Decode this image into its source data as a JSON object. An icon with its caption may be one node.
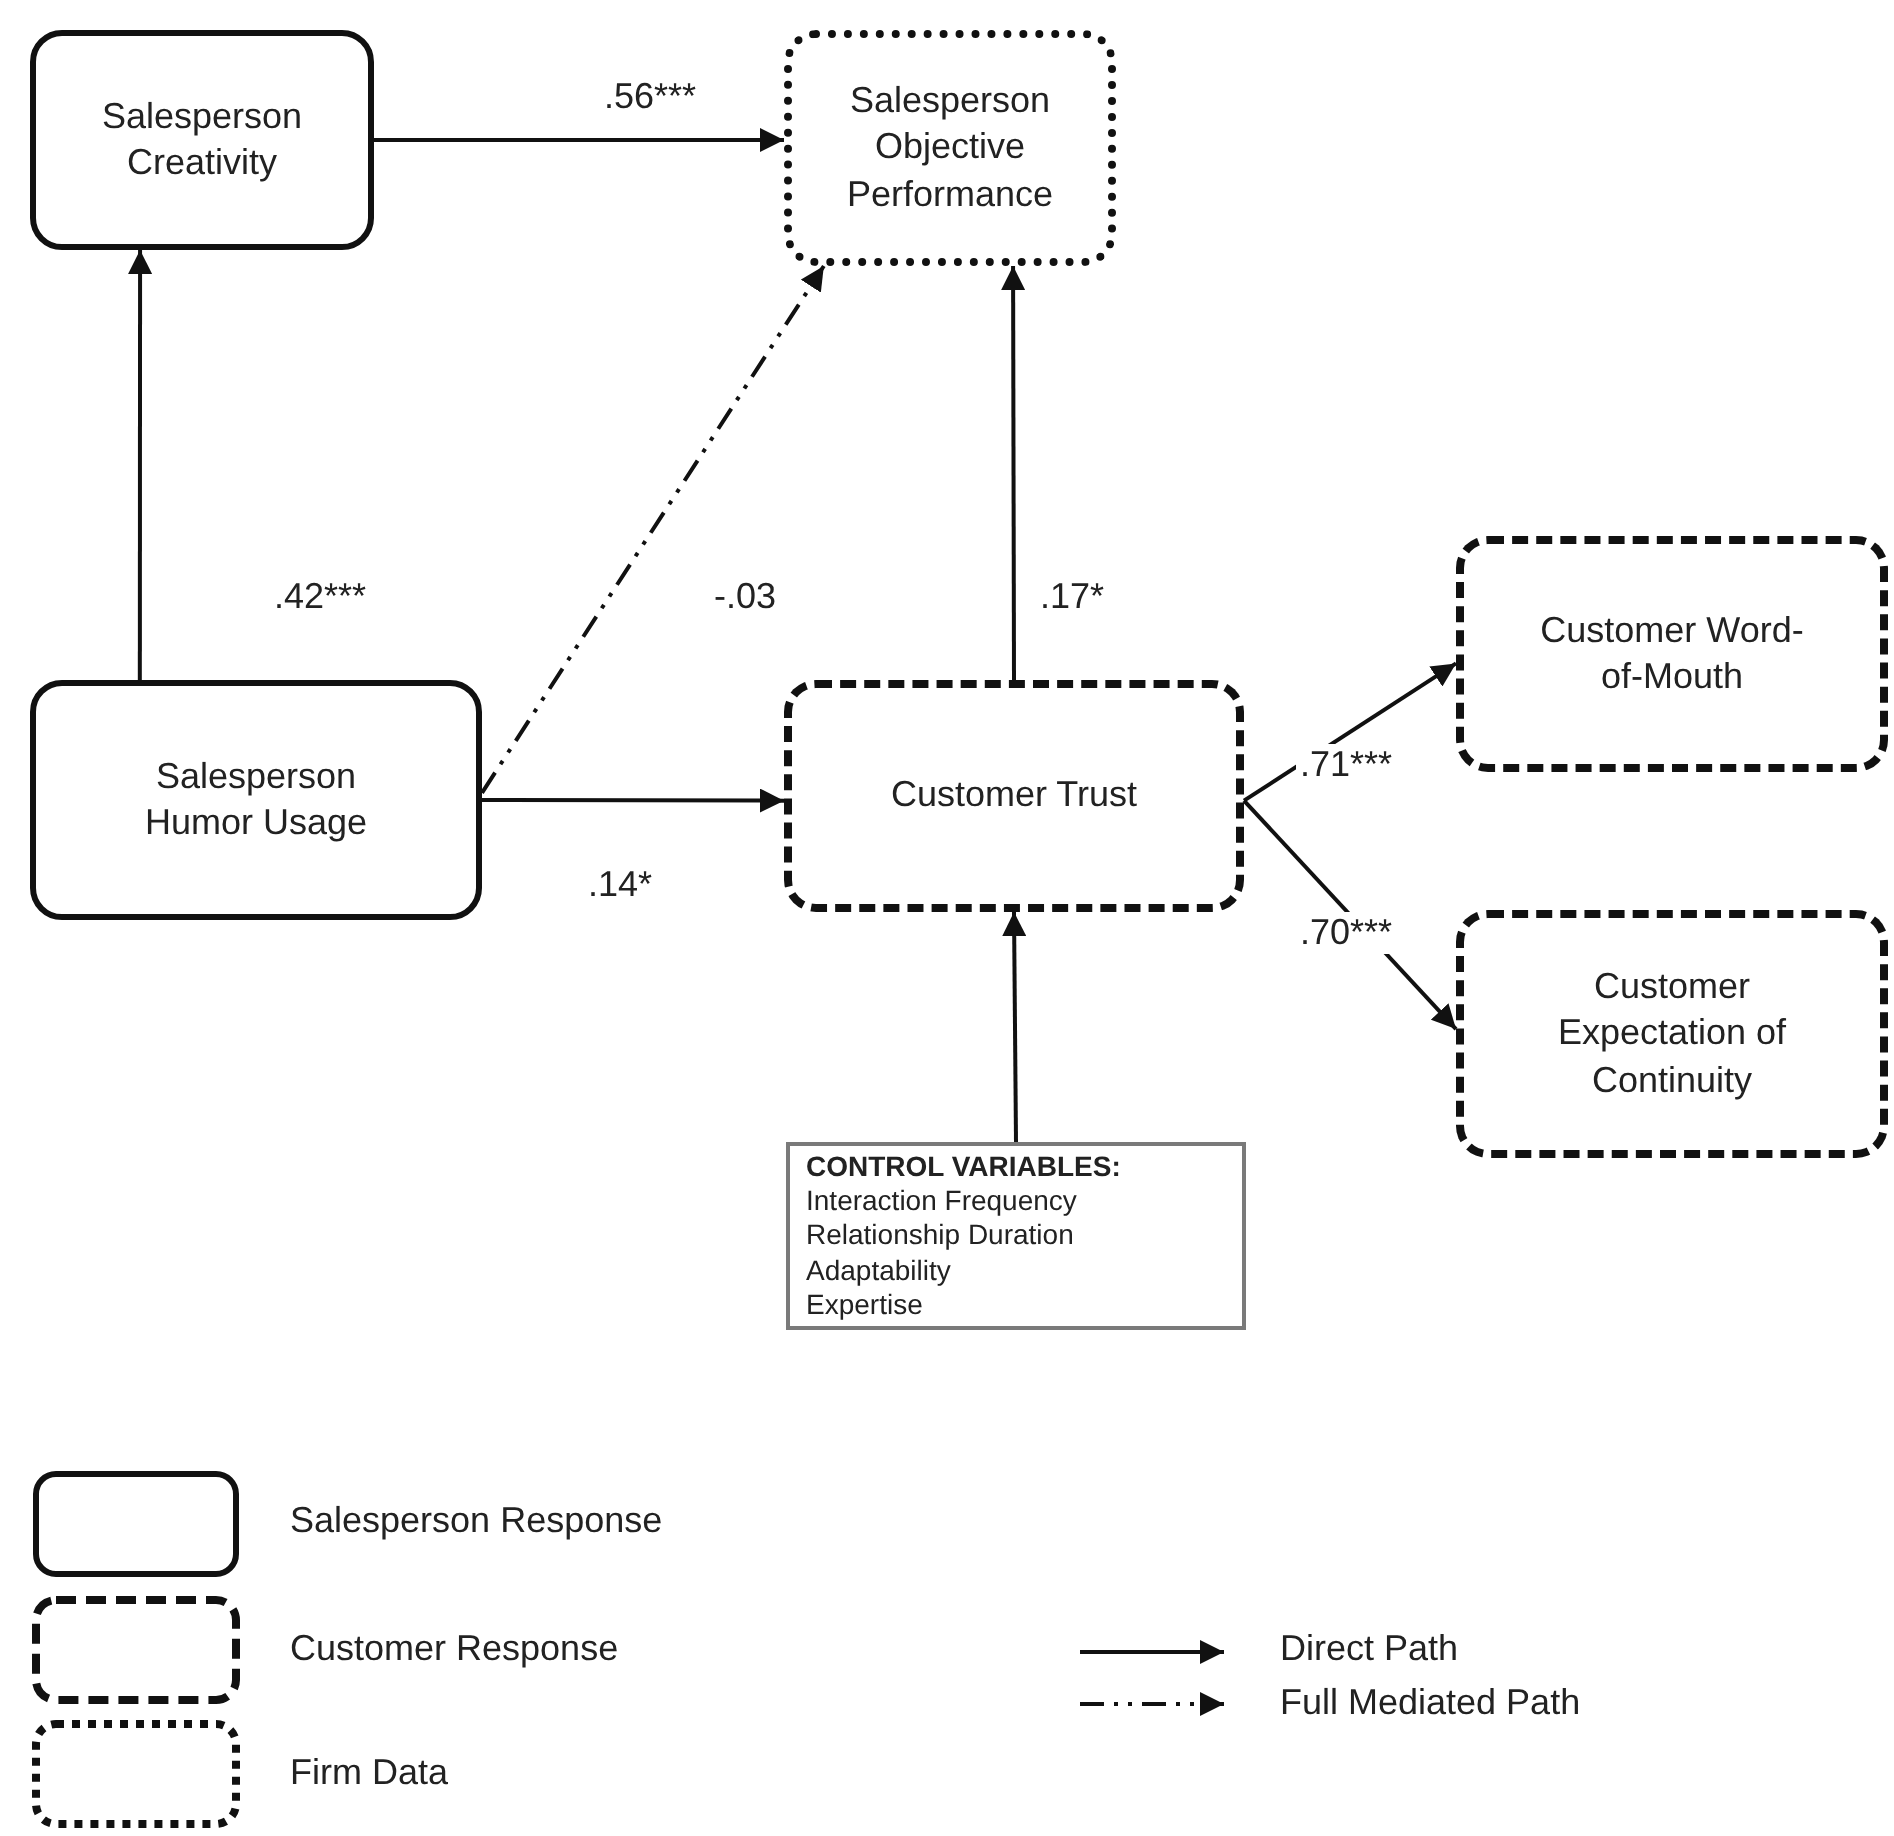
{
  "diagram": {
    "nodes": [
      {
        "text": [
          "Salesperson Creativity"
        ]
      },
      {
        "text": [
          "Salesperson Objective Performance"
        ]
      },
      {
        "text": [
          "Salesperson Humor Usage"
        ]
      },
      {
        "text": [
          "Customer Trust"
        ]
      },
      {
        "text": [
          "Customer Word-of-Mouth"
        ]
      },
      {
        "text": [
          "Customer Expectation of Continuity"
        ]
      },
      {
        "text": [
          "CONTROL VARIABLES:",
          "Interaction Frequency",
          "Relationship Duration",
          "Adaptability",
          "Expertise"
        ]
      }
    ],
    "edges": [
      {
        "from": 2,
        "to": 0,
        "arrow": "to",
        "label": ".42***"
      },
      {
        "from": 0,
        "to": 1,
        "arrow": "to",
        "label": ".56***"
      },
      {
        "from": 2,
        "to": 1,
        "arrow": "to",
        "label": "-.03",
        "style": "dashed"
      },
      {
        "from": 3,
        "to": 1,
        "arrow": "to",
        "label": ".17*"
      },
      {
        "from": 2,
        "to": 3,
        "arrow": "to",
        "label": ".14*"
      },
      {
        "from": 3,
        "to": 4,
        "arrow": "to",
        "label": ".71***"
      },
      {
        "from": 3,
        "to": 5,
        "arrow": "to",
        "label": ".70***"
      },
      {
        "from": 6,
        "to": 3,
        "arrow": "to"
      }
    ],
    "legend": [
      {
        "text": "Salesperson Response"
      },
      {
        "text": "Customer Response"
      },
      {
        "text": "Firm Data"
      },
      {
        "text": "Direct Path"
      },
      {
        "text": "Full Mediated Path"
      }
    ]
  }
}
